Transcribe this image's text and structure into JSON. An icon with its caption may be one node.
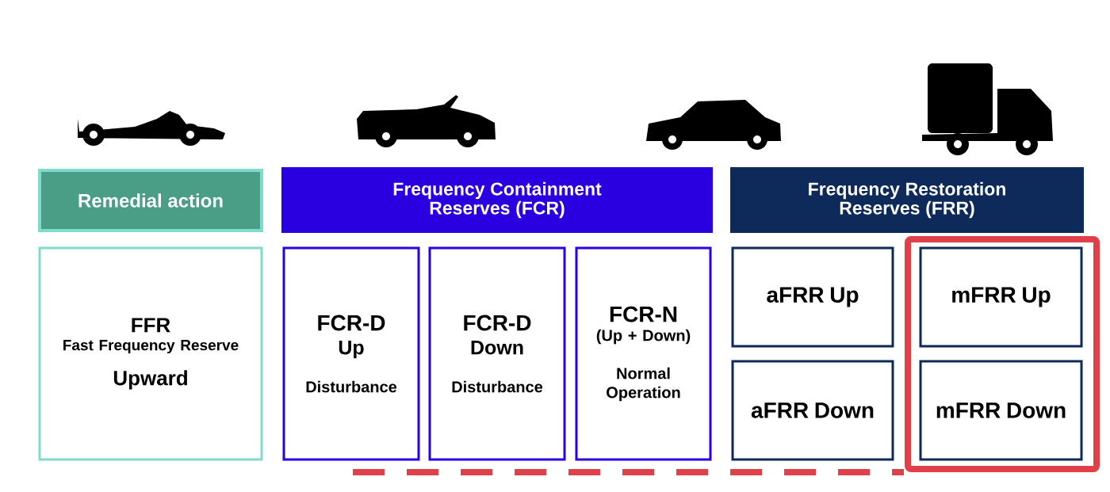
{
  "diagram": {
    "nodes": [
      {
        "text": [
          "Remedial action"
        ]
      },
      {
        "text": [
          "Frequency Containment Reserves (FCR)"
        ]
      },
      {
        "text": [
          "Frequency Restoration Reserves (FRR)"
        ]
      },
      {
        "text": [
          "FFR",
          "Fast Frequency Reserve",
          "Upward"
        ]
      },
      {
        "text": [
          "FCR-D",
          "Up",
          "Disturbance"
        ]
      },
      {
        "text": [
          "FCR-D",
          "Down",
          "Disturbance"
        ]
      },
      {
        "text": [
          "FCR-N",
          "(Up + Down)",
          "Normal Operation"
        ]
      },
      {
        "text": [
          "aFRR Up"
        ]
      },
      {
        "text": [
          "aFRR Down"
        ]
      },
      {
        "text": [],
        "shape": "box"
      },
      {
        "text": [
          "mFRR Up"
        ],
        "in": 9
      },
      {
        "text": [
          "mFRR Down"
        ],
        "in": 9
      }
    ]
  }
}
